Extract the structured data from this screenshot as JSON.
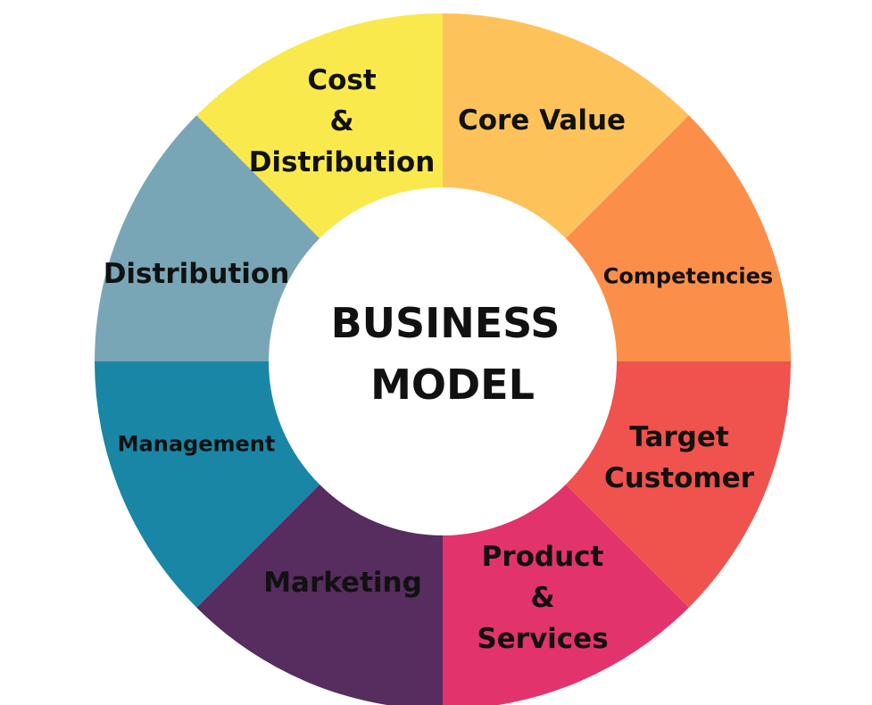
{
  "center": {
    "lines": [
      "BUSINESS",
      "MODEL"
    ],
    "fill": "#ffffff"
  },
  "segments": [
    {
      "id": "core-value",
      "lines": [
        "Core Value"
      ],
      "color": "#FDC35A"
    },
    {
      "id": "competencies",
      "lines": [
        "Competencies"
      ],
      "color": "#FB8E49"
    },
    {
      "id": "target-customer",
      "lines": [
        "Target",
        "Customer"
      ],
      "color": "#F0524D"
    },
    {
      "id": "product-services",
      "lines": [
        "Product",
        "&",
        "Services"
      ],
      "color": "#E2336C"
    },
    {
      "id": "marketing",
      "lines": [
        "Marketing"
      ],
      "color": "#562D5E"
    },
    {
      "id": "management",
      "lines": [
        "Management"
      ],
      "color": "#1A86A6"
    },
    {
      "id": "distribution",
      "lines": [
        "Distribution"
      ],
      "color": "#78A6B6"
    },
    {
      "id": "cost-distribution",
      "lines": [
        "Cost",
        "&",
        "Distribution"
      ],
      "color": "#F9E94D"
    }
  ]
}
